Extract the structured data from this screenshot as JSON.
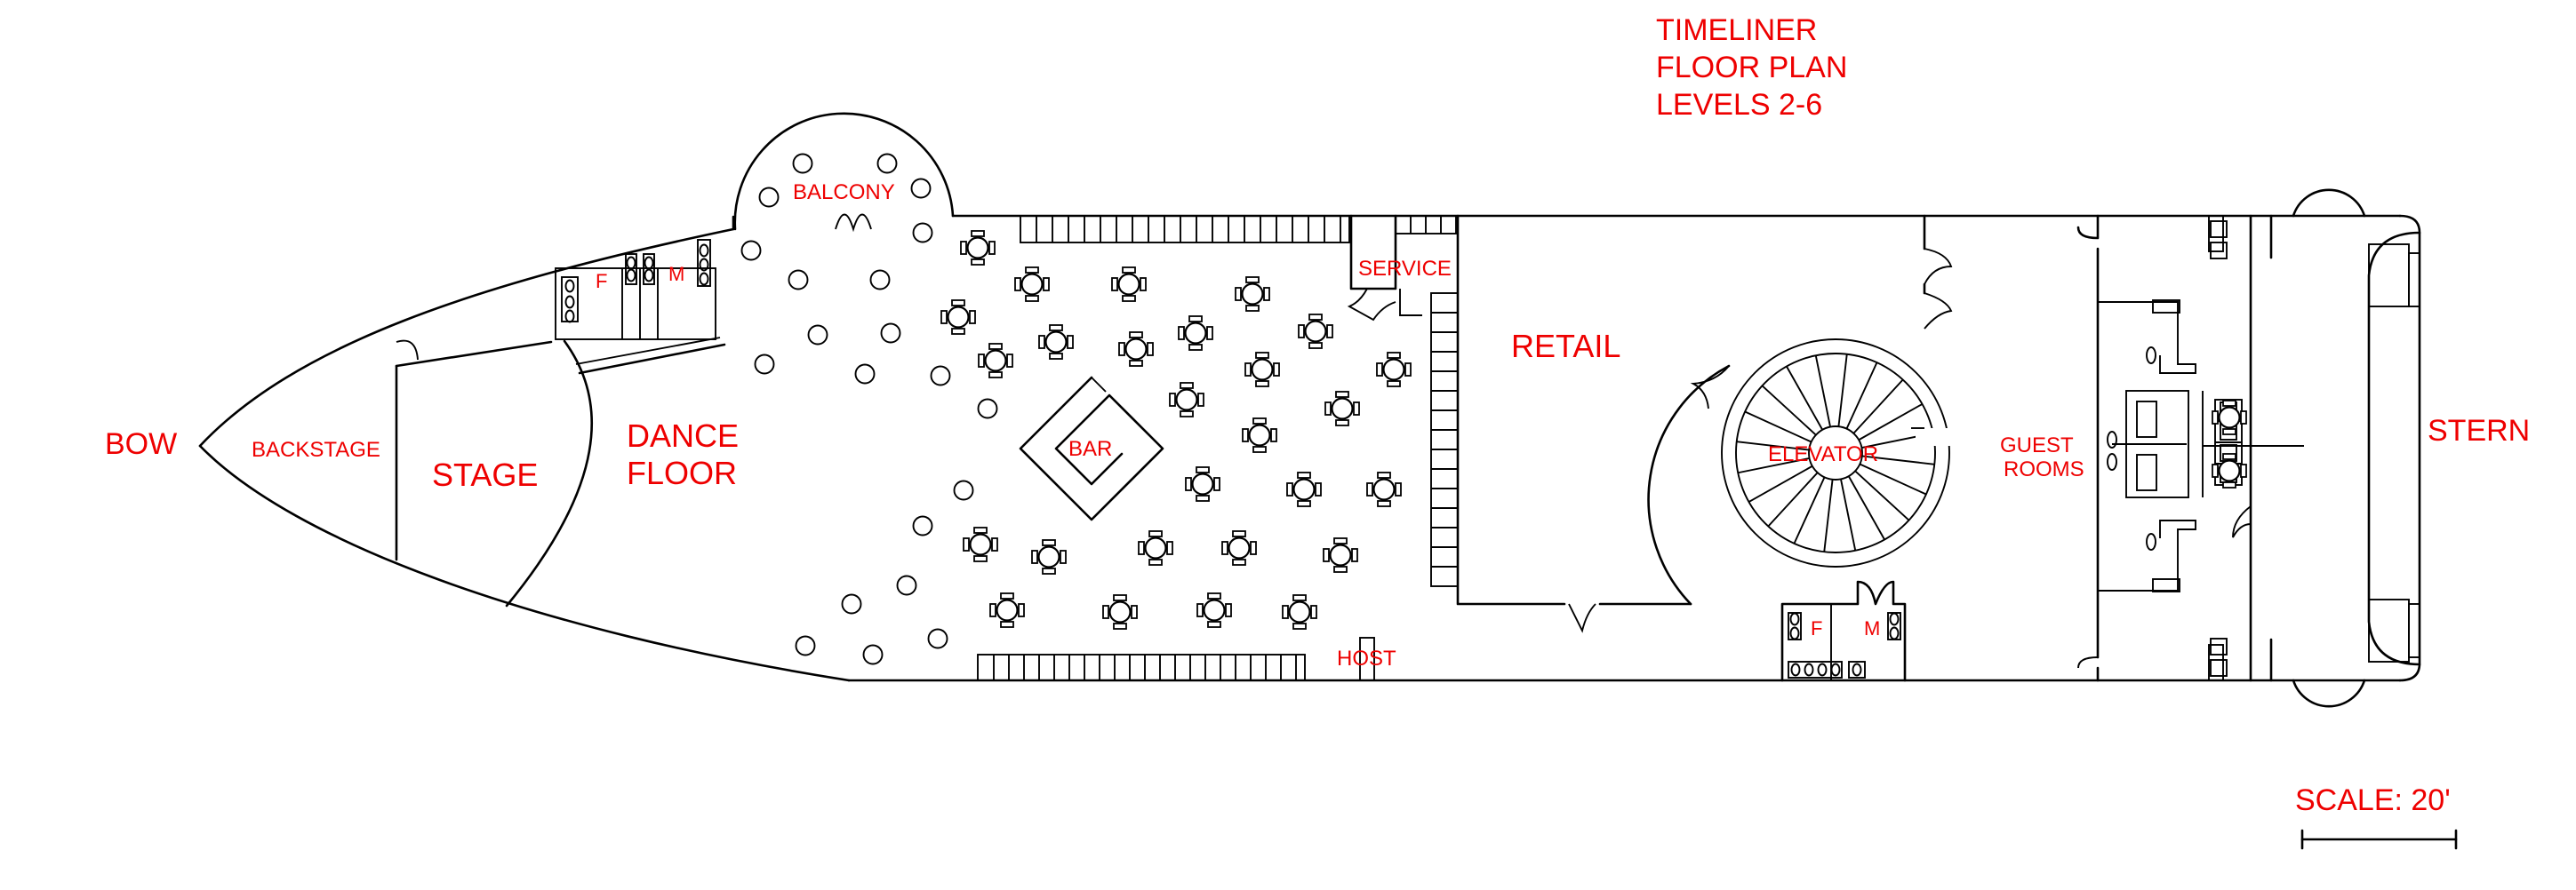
{
  "title": {
    "line1": "TIMELINER",
    "line2": "FLOOR PLAN",
    "line3": "LEVELS 2-6"
  },
  "labels": {
    "bow": "BOW",
    "backstage": "BACKSTAGE",
    "stage": "STAGE",
    "dance_line1": "DANCE",
    "dance_line2": "FLOOR",
    "balcony": "BALCONY",
    "restroom_f_front": "F",
    "restroom_m_front": "M",
    "bar": "BAR",
    "service": "SERVICE",
    "host": "HOST",
    "retail": "RETAIL",
    "elevator": "ELEVATOR",
    "restroom_f_rear": "F",
    "restroom_m_rear": "M",
    "guest_line1": "GUEST",
    "guest_line2": "ROOMS",
    "stern": "STERN",
    "scale": "SCALE: 20'"
  },
  "colors": {
    "label_red": "#ee0000",
    "outline": "#000000",
    "background": "#ffffff"
  }
}
